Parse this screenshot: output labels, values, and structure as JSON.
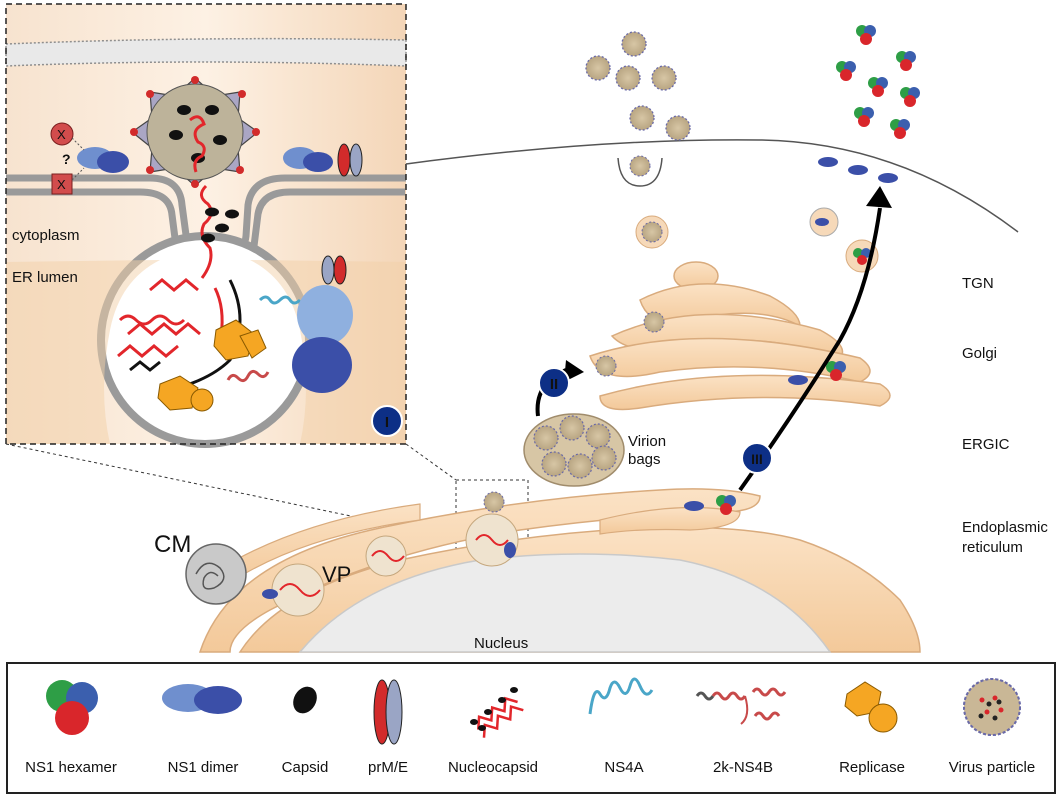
{
  "inset": {
    "cytoplasm_label": "cytoplasm",
    "er_lumen_label": "ER lumen",
    "question_mark": "?",
    "x_marker": "X"
  },
  "steps": {
    "step1": "I",
    "step2": "II",
    "step3": "III"
  },
  "labels": {
    "cm": "CM",
    "vp": "VP",
    "virion_bags": "Virion\nbags",
    "virion_line1": "Virion",
    "virion_line2": "bags",
    "nucleus": "Nucleus",
    "tgn": "TGN",
    "golgi": "Golgi",
    "ergic": "ERGIC",
    "er_line1": "Endoplasmic",
    "er_line2": "reticulum"
  },
  "legend": [
    {
      "icon": "ns1-hexamer-icon",
      "label": "NS1 hexamer"
    },
    {
      "icon": "ns1-dimer-icon",
      "label": "NS1 dimer"
    },
    {
      "icon": "capsid-icon",
      "label": "Capsid"
    },
    {
      "icon": "prm-e-icon",
      "label": "prM/E"
    },
    {
      "icon": "nucleocapsid-icon",
      "label": "Nucleocapsid"
    },
    {
      "icon": "ns4a-icon",
      "label": "NS4A"
    },
    {
      "icon": "2k-ns4b-icon",
      "label": "2k-NS4B"
    },
    {
      "icon": "replicase-icon",
      "label": "Replicase"
    },
    {
      "icon": "virus-particle-icon",
      "label": "Virus particle"
    }
  ],
  "colors": {
    "membrane": "#f6d9b9",
    "membrane_dark": "#e8b98a",
    "step_badge": "#0d2f86",
    "rna": "#e2262b",
    "capsid": "#111111",
    "replicase": "#f5a623",
    "ns1_blue": "#3b5fae",
    "ns1_green": "#2e9e46",
    "ns1_red": "#d9262b"
  }
}
